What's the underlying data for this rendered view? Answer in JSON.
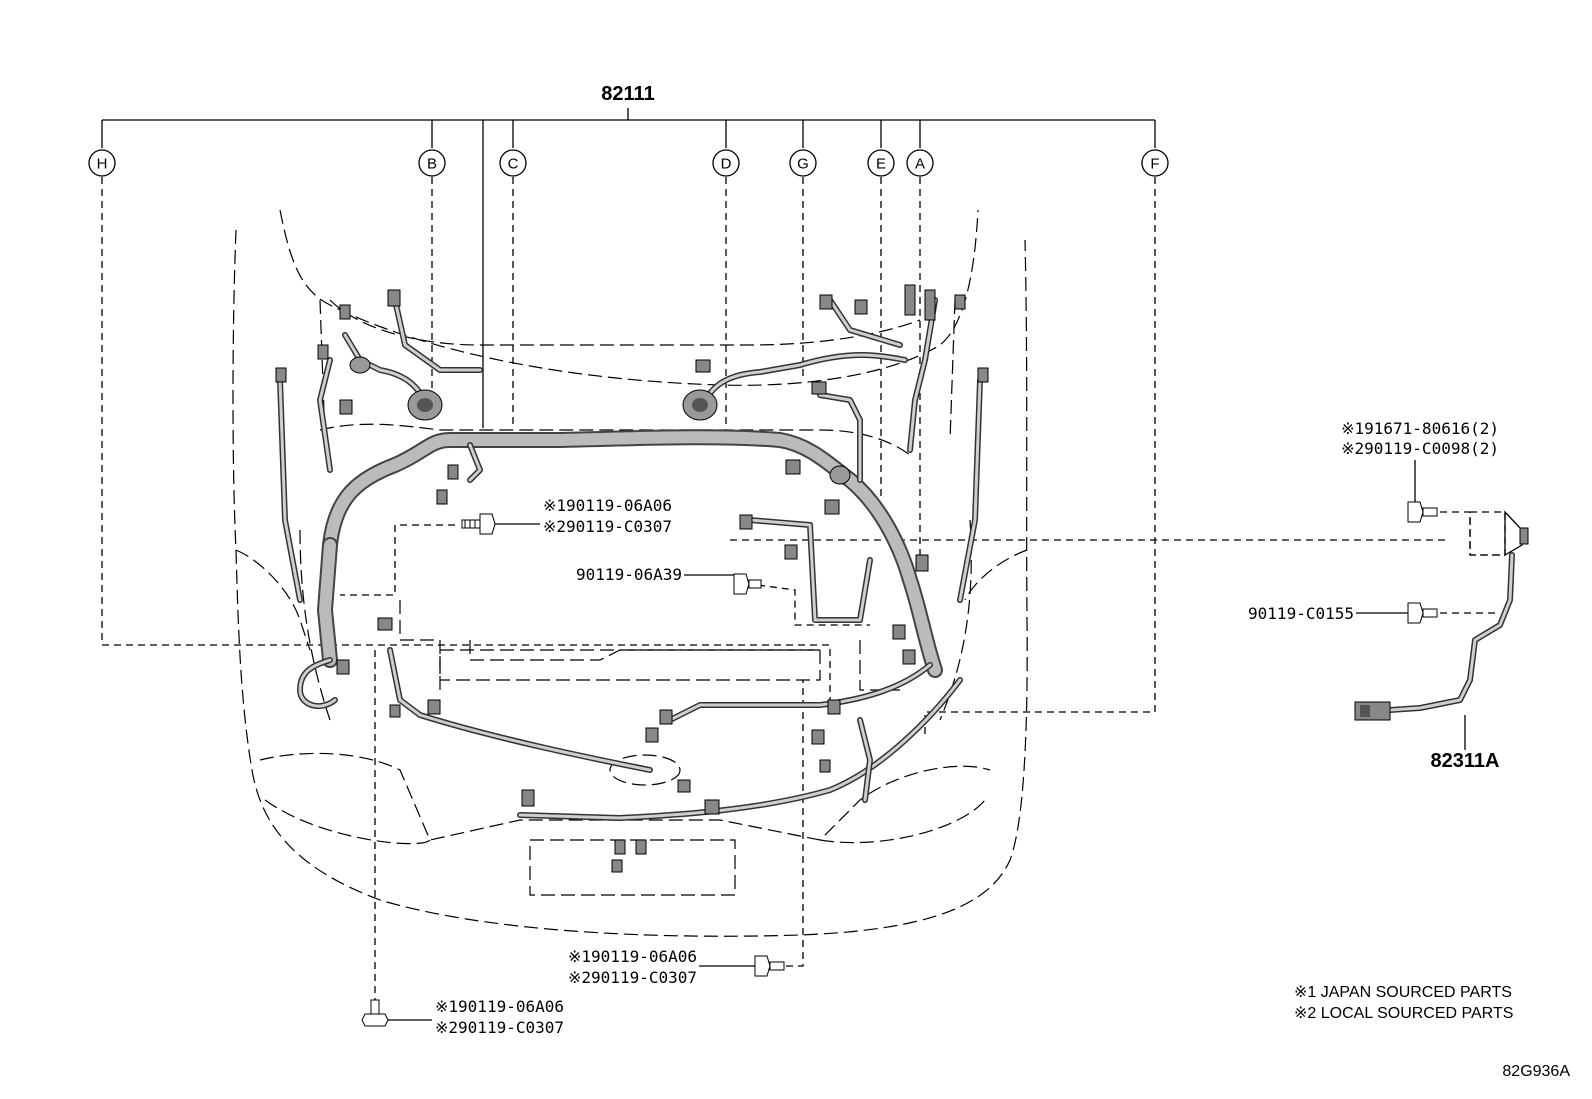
{
  "diagram": {
    "main_part_number": "82111",
    "callout_letters": {
      "H": "H",
      "B": "B",
      "C": "C",
      "D": "D",
      "G": "G",
      "E": "E",
      "A": "A",
      "F": "F"
    },
    "fastener_labels": {
      "upper_left_line1": "※190119-06A06",
      "upper_left_line2": "※290119-C0307",
      "mid_bolt": "90119-06A39",
      "lower_mid_line1": "※190119-06A06",
      "lower_mid_line2": "※290119-C0307",
      "bottom_left_line1": "※190119-06A06",
      "bottom_left_line2": "※290119-C0307",
      "sensor_bolt_line1": "※191671-80616(2)",
      "sensor_bolt_line2": "※290119-C0098(2)",
      "sensor_clamp_bolt": "90119-C0155"
    },
    "sub_part_number": "82311A",
    "notes": {
      "note1": "※1 JAPAN SOURCED PARTS",
      "note2": "※2 LOCAL SOURCED PARTS"
    },
    "diagram_code": "82G936A"
  }
}
